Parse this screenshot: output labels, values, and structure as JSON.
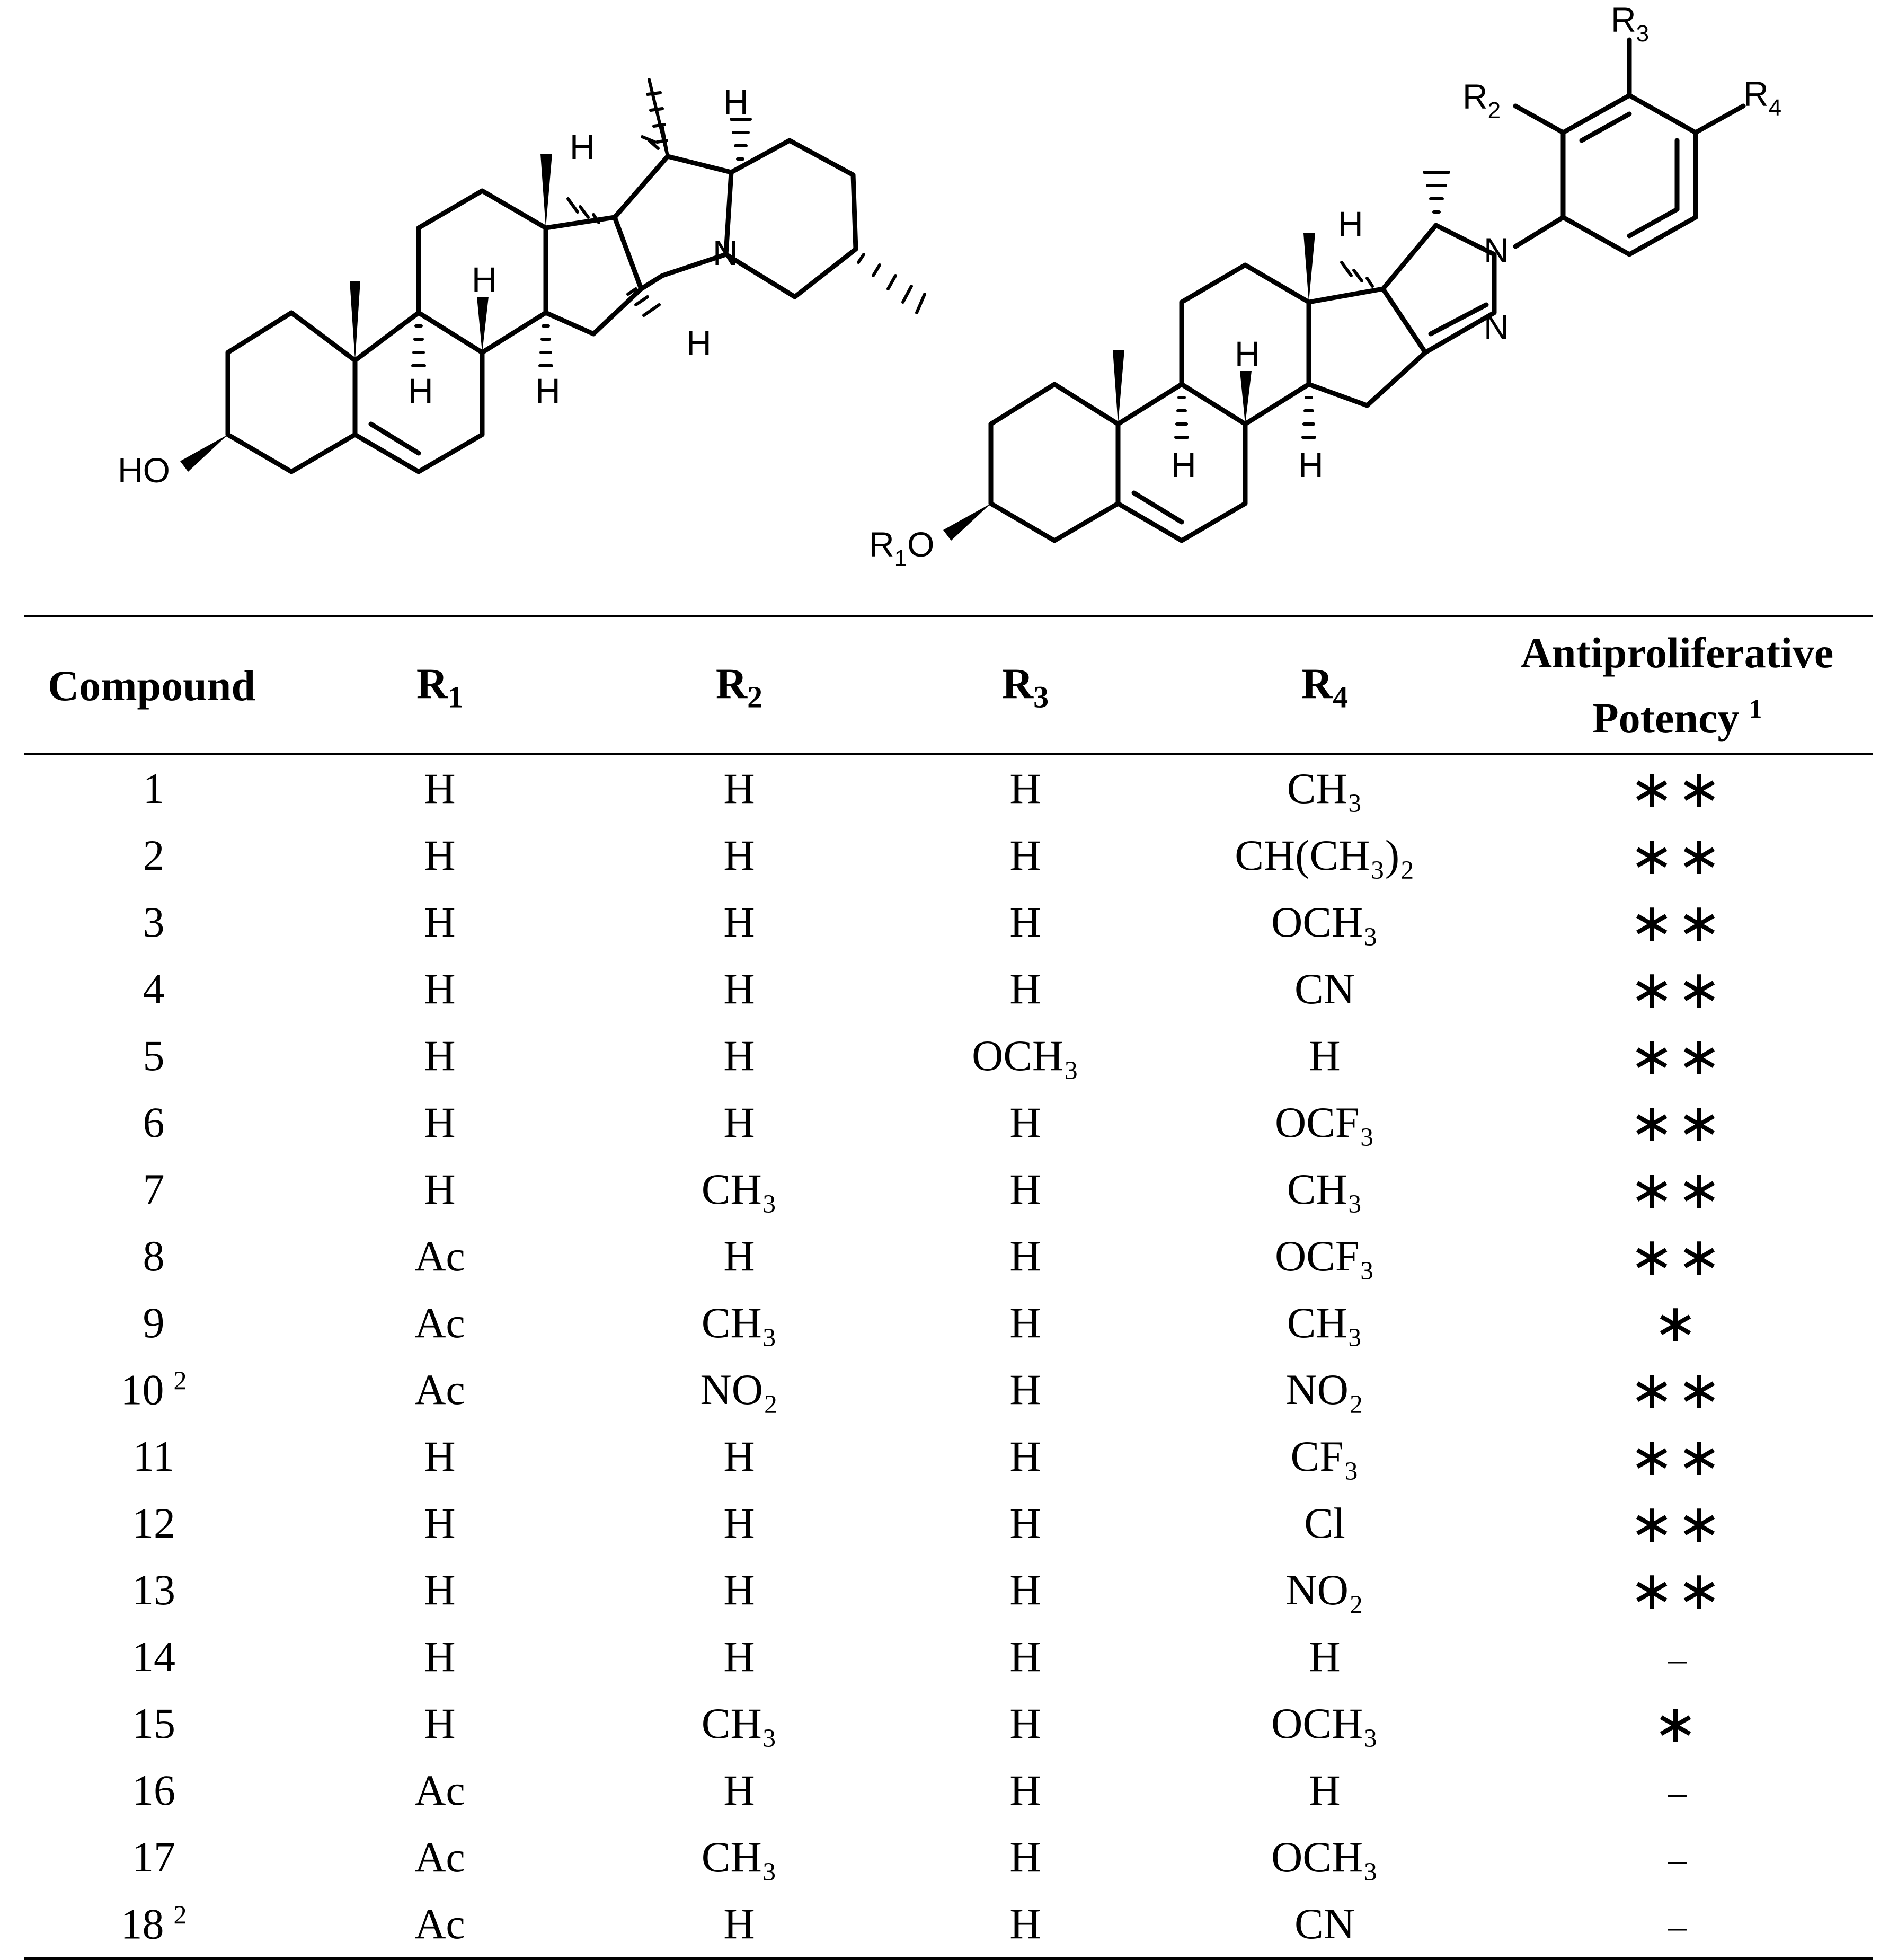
{
  "structures": {
    "left": {
      "labels": {
        "ho": "HO",
        "n": "N",
        "h": "H"
      }
    },
    "right": {
      "labels": {
        "r1": "R",
        "r1_sub": "1",
        "o": "O",
        "n": "N",
        "h": "H",
        "r2": "R",
        "r2_sub": "2",
        "r3": "R",
        "r3_sub": "3",
        "r4": "R",
        "r4_sub": "4"
      }
    }
  },
  "table": {
    "headers": {
      "compound": "Compound",
      "r1": "R",
      "r1_sub": "1",
      "r2": "R",
      "r2_sub": "2",
      "r3": "R",
      "r3_sub": "3",
      "r4": "R",
      "r4_sub": "4",
      "potency_line1": "Antiproliferative",
      "potency_line2": "Potency",
      "potency_footnote": "1"
    },
    "rows": [
      {
        "compound": "1",
        "fn": "",
        "r1": "H",
        "r2": "H",
        "r3": "H",
        "r4": "CH₃",
        "potency": "∗∗"
      },
      {
        "compound": "2",
        "fn": "",
        "r1": "H",
        "r2": "H",
        "r3": "H",
        "r4": "CH(CH₃)₂",
        "potency": "∗∗"
      },
      {
        "compound": "3",
        "fn": "",
        "r1": "H",
        "r2": "H",
        "r3": "H",
        "r4": "OCH₃",
        "potency": "∗∗"
      },
      {
        "compound": "4",
        "fn": "",
        "r1": "H",
        "r2": "H",
        "r3": "H",
        "r4": "CN",
        "potency": "∗∗"
      },
      {
        "compound": "5",
        "fn": "",
        "r1": "H",
        "r2": "H",
        "r3": "OCH₃",
        "r4": "H",
        "potency": "∗∗"
      },
      {
        "compound": "6",
        "fn": "",
        "r1": "H",
        "r2": "H",
        "r3": "H",
        "r4": "OCF₃",
        "potency": "∗∗"
      },
      {
        "compound": "7",
        "fn": "",
        "r1": "H",
        "r2": "CH₃",
        "r3": "H",
        "r4": "CH₃",
        "potency": "∗∗"
      },
      {
        "compound": "8",
        "fn": "",
        "r1": "Ac",
        "r2": "H",
        "r3": "H",
        "r4": "OCF₃",
        "potency": "∗∗"
      },
      {
        "compound": "9",
        "fn": "",
        "r1": "Ac",
        "r2": "CH₃",
        "r3": "H",
        "r4": "CH₃",
        "potency": "∗"
      },
      {
        "compound": "10",
        "fn": "2",
        "r1": "Ac",
        "r2": "NO₂",
        "r3": "H",
        "r4": "NO₂",
        "potency": "∗∗"
      },
      {
        "compound": "11",
        "fn": "",
        "r1": "H",
        "r2": "H",
        "r3": "H",
        "r4": "CF₃",
        "potency": "∗∗"
      },
      {
        "compound": "12",
        "fn": "",
        "r1": "H",
        "r2": "H",
        "r3": "H",
        "r4": "Cl",
        "potency": "∗∗"
      },
      {
        "compound": "13",
        "fn": "",
        "r1": "H",
        "r2": "H",
        "r3": "H",
        "r4": "NO₂",
        "potency": "∗∗"
      },
      {
        "compound": "14",
        "fn": "",
        "r1": "H",
        "r2": "H",
        "r3": "H",
        "r4": "H",
        "potency": "–"
      },
      {
        "compound": "15",
        "fn": "",
        "r1": "H",
        "r2": "CH₃",
        "r3": "H",
        "r4": "OCH₃",
        "potency": "∗"
      },
      {
        "compound": "16",
        "fn": "",
        "r1": "Ac",
        "r2": "H",
        "r3": "H",
        "r4": "H",
        "potency": "–"
      },
      {
        "compound": "17",
        "fn": "",
        "r1": "Ac",
        "r2": "CH₃",
        "r3": "H",
        "r4": "OCH₃",
        "potency": "–"
      },
      {
        "compound": "18",
        "fn": "2",
        "r1": "Ac",
        "r2": "H",
        "r3": "H",
        "r4": "CN",
        "potency": "–"
      }
    ]
  }
}
